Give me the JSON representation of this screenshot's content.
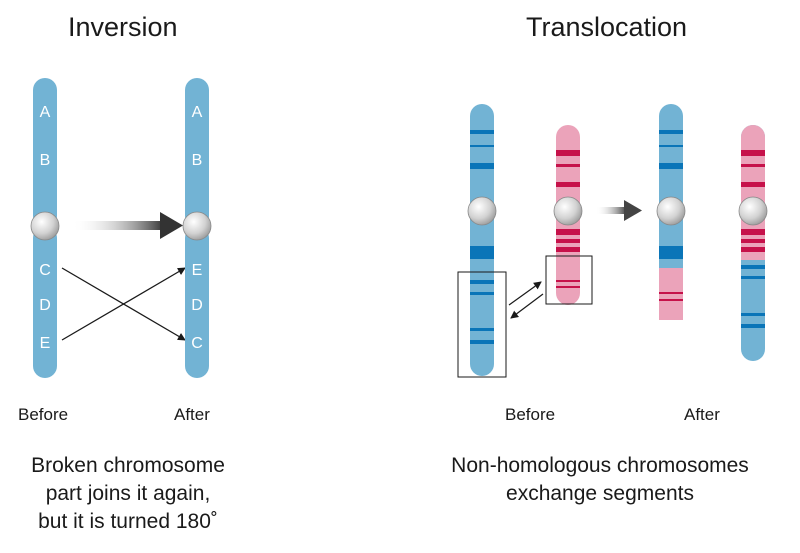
{
  "colors": {
    "blue": "#72b3d4",
    "blue_band": "#0a75b8",
    "pink": "#eba3ba",
    "pink_band": "#c6114a",
    "centromere": "#d6d6d6",
    "arrow": "#1a1a1a"
  },
  "inversion": {
    "title": "Inversion",
    "before": {
      "caption": "Before",
      "labels": [
        "A",
        "B",
        "C",
        "D",
        "E"
      ]
    },
    "after": {
      "caption": "After",
      "labels": [
        "A",
        "B",
        "E",
        "D",
        "C"
      ]
    },
    "description": [
      "Broken chromosome",
      "part joins it again,",
      "but it is turned 180˚"
    ]
  },
  "translocation": {
    "title": "Translocation",
    "before_caption": "Before",
    "after_caption": "After",
    "description": [
      "Non-homologous chromosomes",
      "exchange segments"
    ]
  }
}
